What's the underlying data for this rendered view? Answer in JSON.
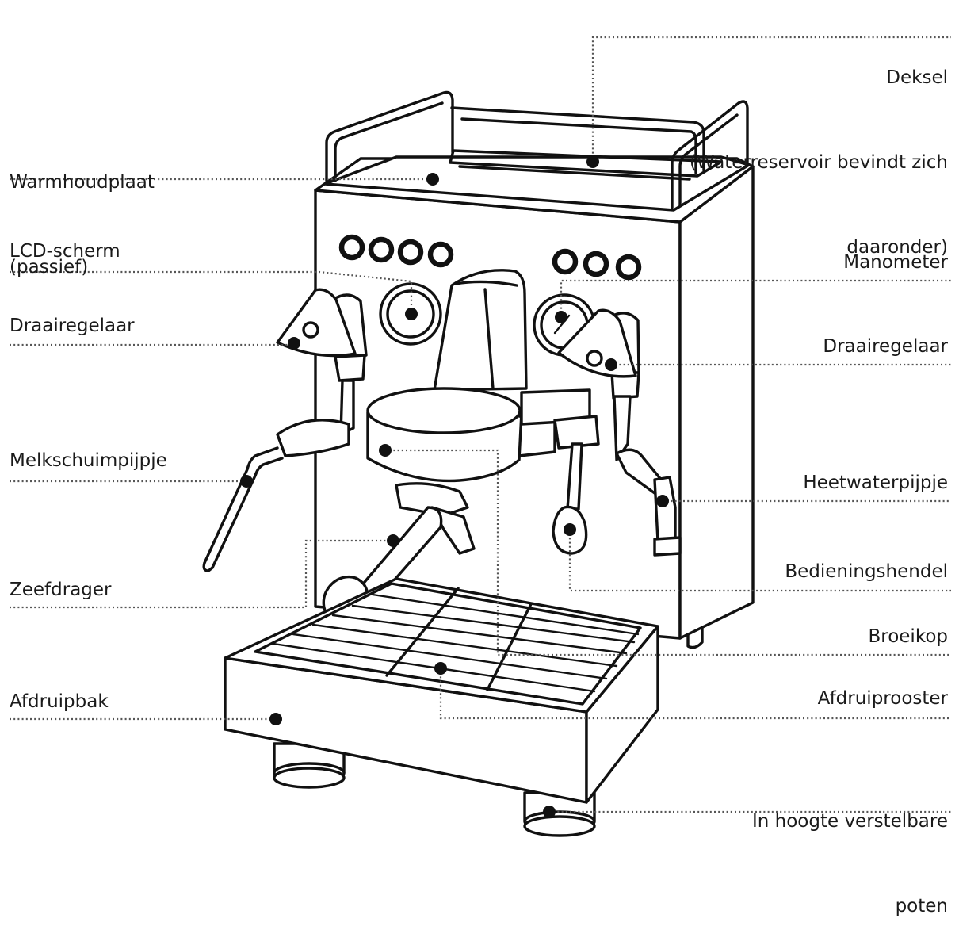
{
  "labels": {
    "deksel": "Deksel",
    "deksel_note_1": "(Waterreservoir bevindt zich",
    "deksel_note_2": "daaronder)",
    "warmhoudplaat_1": "Warmhoudplaat",
    "warmhoudplaat_2": "(passief)",
    "lcd_scherm": "LCD-scherm",
    "draairegelaar_left": "Draairegelaar",
    "melkschuimpijpje": "Melkschuimpijpje",
    "zeefdrager": "Zeefdrager",
    "afdruipbak": "Afdruipbak",
    "manometer": "Manometer",
    "draairegelaar_right": "Draairegelaar",
    "heetwaterpijpje": "Heetwaterpijpje",
    "bedieningshendel": "Bedieningshendel",
    "broeikop": "Broeikop",
    "afdruiprooster": "Afdruiprooster",
    "poten_1": "In hoogte verstelbare",
    "poten_2": "poten"
  },
  "colors": {
    "line": "#111111",
    "leader": "#555555",
    "background": "#ffffff"
  }
}
